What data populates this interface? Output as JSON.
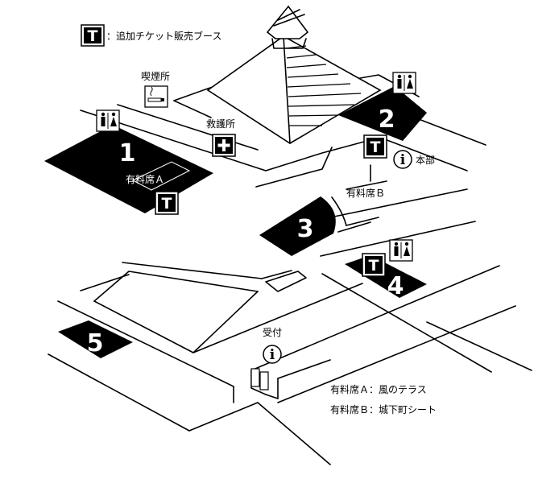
{
  "legend": {
    "ticket_booth_symbol": "T",
    "ticket_booth_label": "：追加チケット販売ブース"
  },
  "labels": {
    "smoking": "喫煙所",
    "first_aid": "救護所",
    "headquarters": "本部",
    "reception": "受付",
    "seat_a": "有料席Ａ",
    "seat_b": "有料席Ｂ"
  },
  "areas": [
    "1",
    "2",
    "3",
    "4",
    "5"
  ],
  "notes": [
    "有料席Ａ：風のテラス",
    "有料席Ｂ：城下町シート"
  ],
  "icons": {
    "ticket": "ticket-booth-icon",
    "info": "information-icon",
    "info_letter": "i",
    "restroom": "restroom-icon",
    "smoking": "smoking-area-icon",
    "first_aid": "first-aid-icon"
  },
  "colors": {
    "ink": "#000000",
    "paper": "#ffffff"
  }
}
